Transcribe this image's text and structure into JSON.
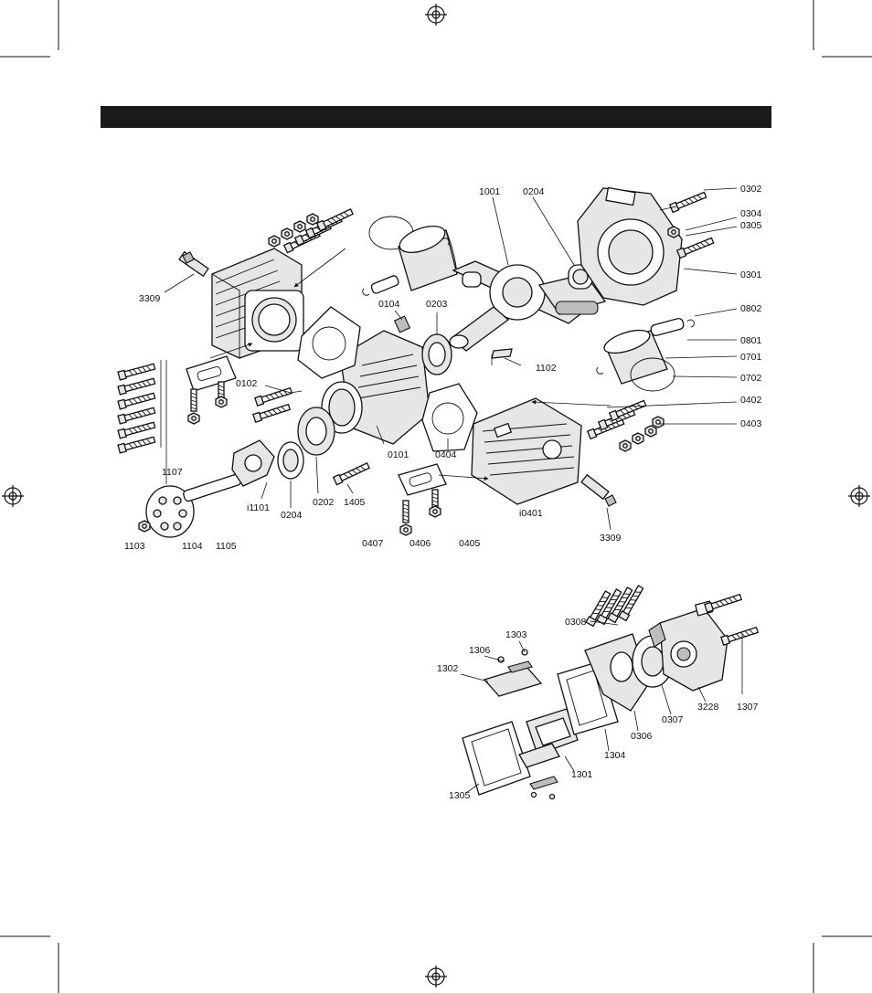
{
  "header": {
    "title": "",
    "bar_color": "#1a1a1a"
  },
  "diagram": {
    "type": "exploded-parts-diagram",
    "labels": [
      "1001",
      "0204",
      "0302",
      "0304",
      "0305",
      "0301",
      "0802",
      "0801",
      "0701",
      "0702",
      "0402",
      "0403",
      "0104",
      "0203",
      "1102",
      "0102",
      "3309",
      "1107",
      "1103",
      "1104",
      "1105",
      "i1101",
      "0204",
      "0202",
      "1405",
      "0101",
      "0404",
      "0407",
      "0406",
      "0405",
      "i0401",
      "3309",
      "0308",
      "1303",
      "1306",
      "1302",
      "1305",
      "1301",
      "1304",
      "0306",
      "0307",
      "3228",
      "1307"
    ]
  }
}
